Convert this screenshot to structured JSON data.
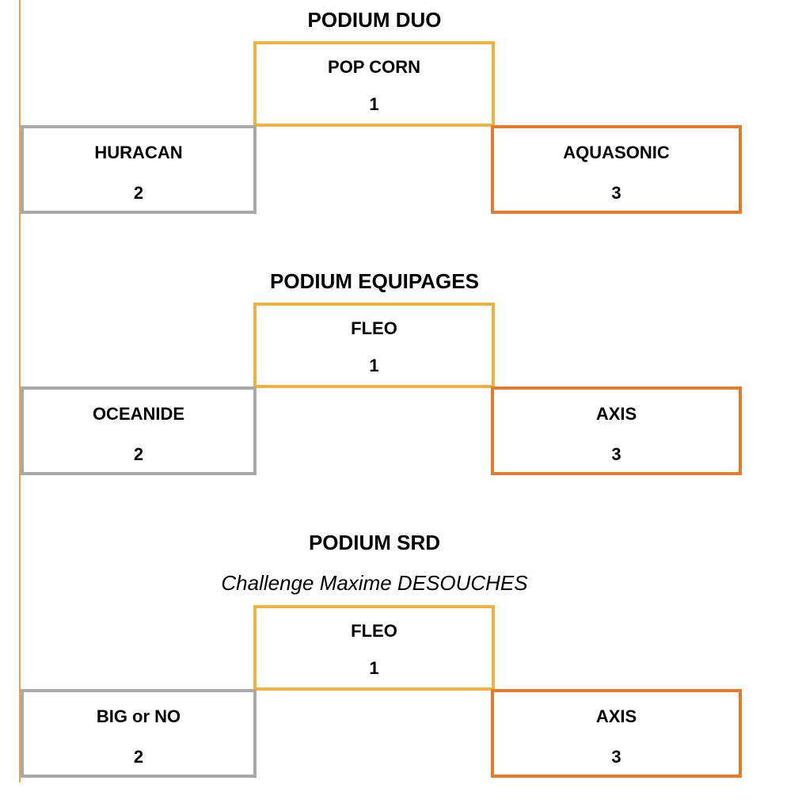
{
  "accent_colors": {
    "first_place": "#f0b13f",
    "second_place": "#a9a9a9",
    "third_place": "#e47b2f",
    "left_rule": "#e8a24a"
  },
  "podiums": [
    {
      "title": "PODIUM DUO",
      "first": {
        "name": "POP CORN",
        "rank": "1"
      },
      "second": {
        "name": "HURACAN",
        "rank": "2"
      },
      "third": {
        "name": "AQUASONIC",
        "rank": "3"
      }
    },
    {
      "title": "PODIUM EQUIPAGES",
      "first": {
        "name": "FLEO",
        "rank": "1"
      },
      "second": {
        "name": "OCEANIDE",
        "rank": "2"
      },
      "third": {
        "name": "AXIS",
        "rank": "3"
      }
    },
    {
      "title": "PODIUM SRD",
      "subtitle": "Challenge  Maxime DESOUCHES",
      "first": {
        "name": "FLEO",
        "rank": "1"
      },
      "second": {
        "name": "BIG or NO",
        "rank": "2"
      },
      "third": {
        "name": "AXIS",
        "rank": "3"
      }
    }
  ]
}
